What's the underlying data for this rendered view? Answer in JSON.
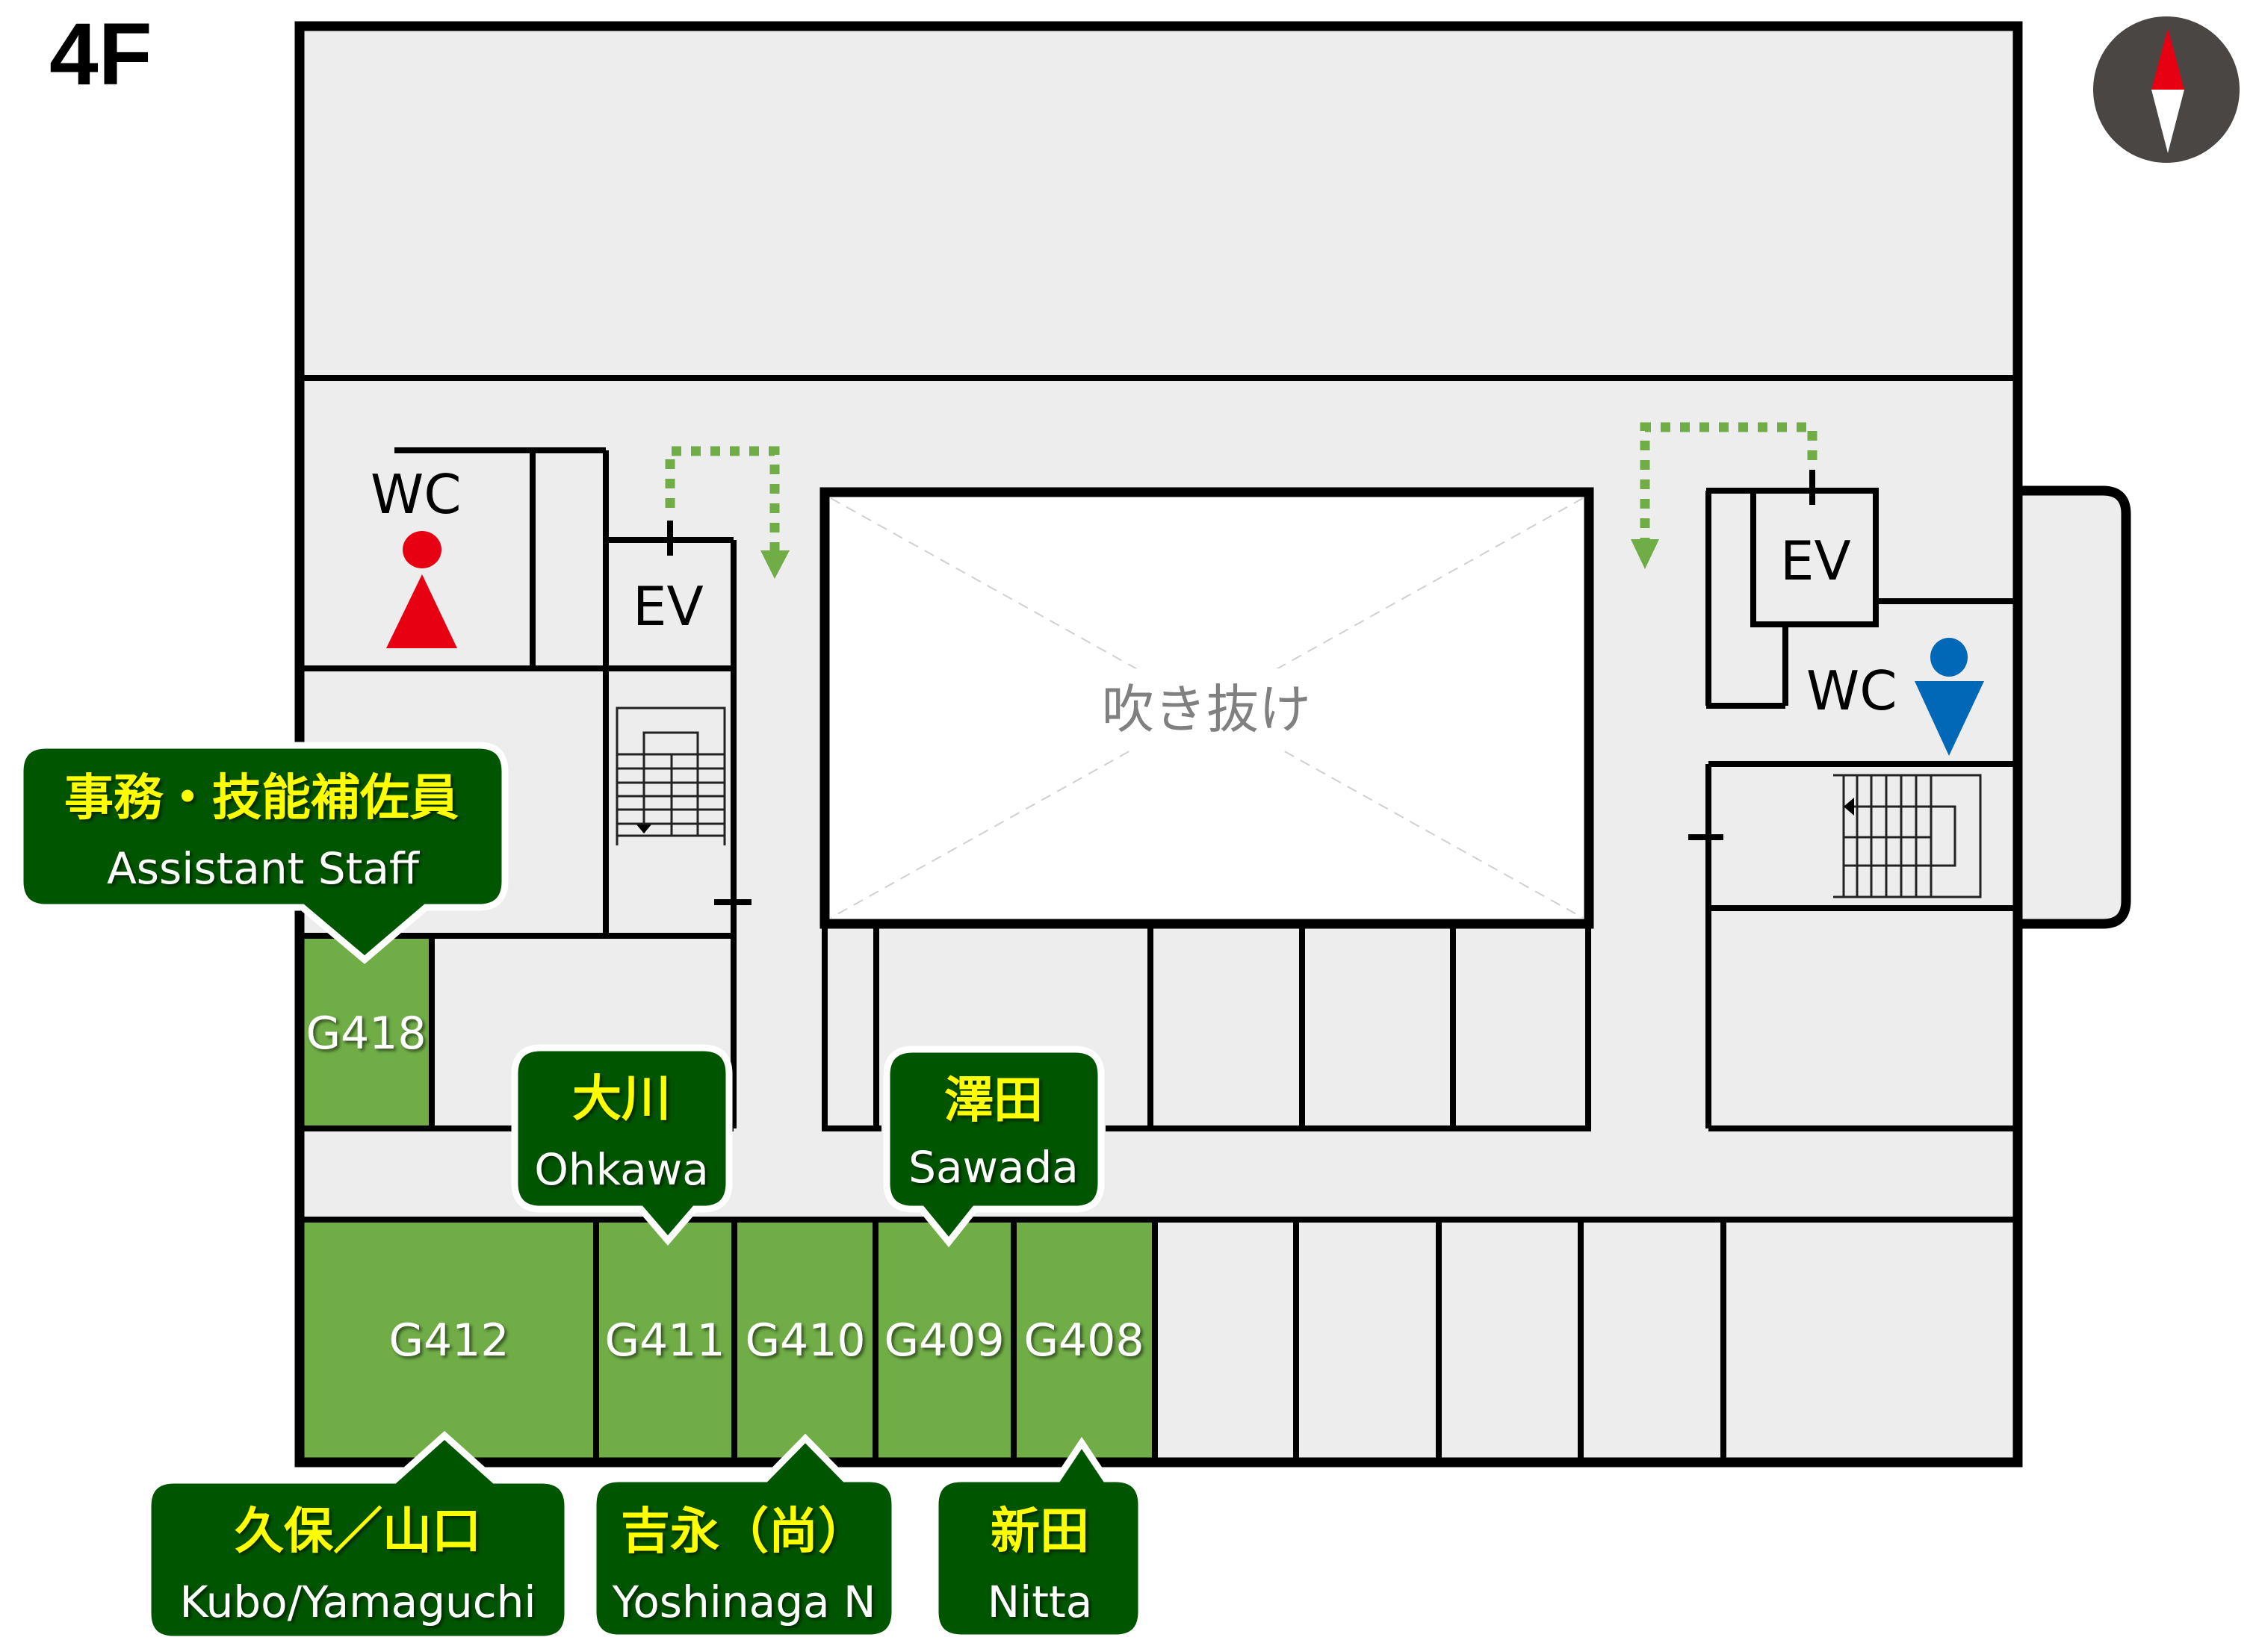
{
  "floor_label": "4F",
  "colors": {
    "floor": "#EDEDED",
    "wall": "#000000",
    "occupied_room": "#70AD47",
    "callout_bg": "#005500",
    "callout_border": "#FFFFFF",
    "callout_jp_text": "#FFFF00",
    "callout_en_text": "#FFFFFF",
    "route_arrow": "#70AD47",
    "female_wc": "#E60012",
    "male_wc": "#0068B7",
    "compass_bg": "#4A4644",
    "compass_north": "#E60012",
    "compass_south": "#FFFFFF"
  },
  "facilities": {
    "wc_left": "WC",
    "wc_right": "WC",
    "ev_left": "EV",
    "ev_right": "EV",
    "atrium": "吹き抜け"
  },
  "icons": {
    "compass": "compass-icon",
    "female_toilet": "female-toilet-icon",
    "male_toilet": "male-toilet-icon",
    "stairs": "stairs-icon",
    "route_arrow": "dotted-route-arrow"
  },
  "rooms": [
    {
      "id": "G418",
      "occupied": true
    },
    {
      "id": "G412",
      "occupied": true
    },
    {
      "id": "G411",
      "occupied": true
    },
    {
      "id": "G410",
      "occupied": true
    },
    {
      "id": "G409",
      "occupied": true
    },
    {
      "id": "G408",
      "occupied": true
    }
  ],
  "callouts": [
    {
      "room": "G418",
      "name_jp": "事務・技能補佐員",
      "name_en": "Assistant Staff"
    },
    {
      "room": "G411",
      "name_jp": "大川",
      "name_en": "Ohkawa"
    },
    {
      "room": "G409",
      "name_jp": "澤田",
      "name_en": "Sawada"
    },
    {
      "room": "G412",
      "name_jp": "久保／山口",
      "name_en": "Kubo/Yamaguchi"
    },
    {
      "room": "G410",
      "name_jp": "吉永（尚）",
      "name_en": "Yoshinaga N"
    },
    {
      "room": "G408",
      "name_jp": "新田",
      "name_en": "Nitta"
    }
  ]
}
